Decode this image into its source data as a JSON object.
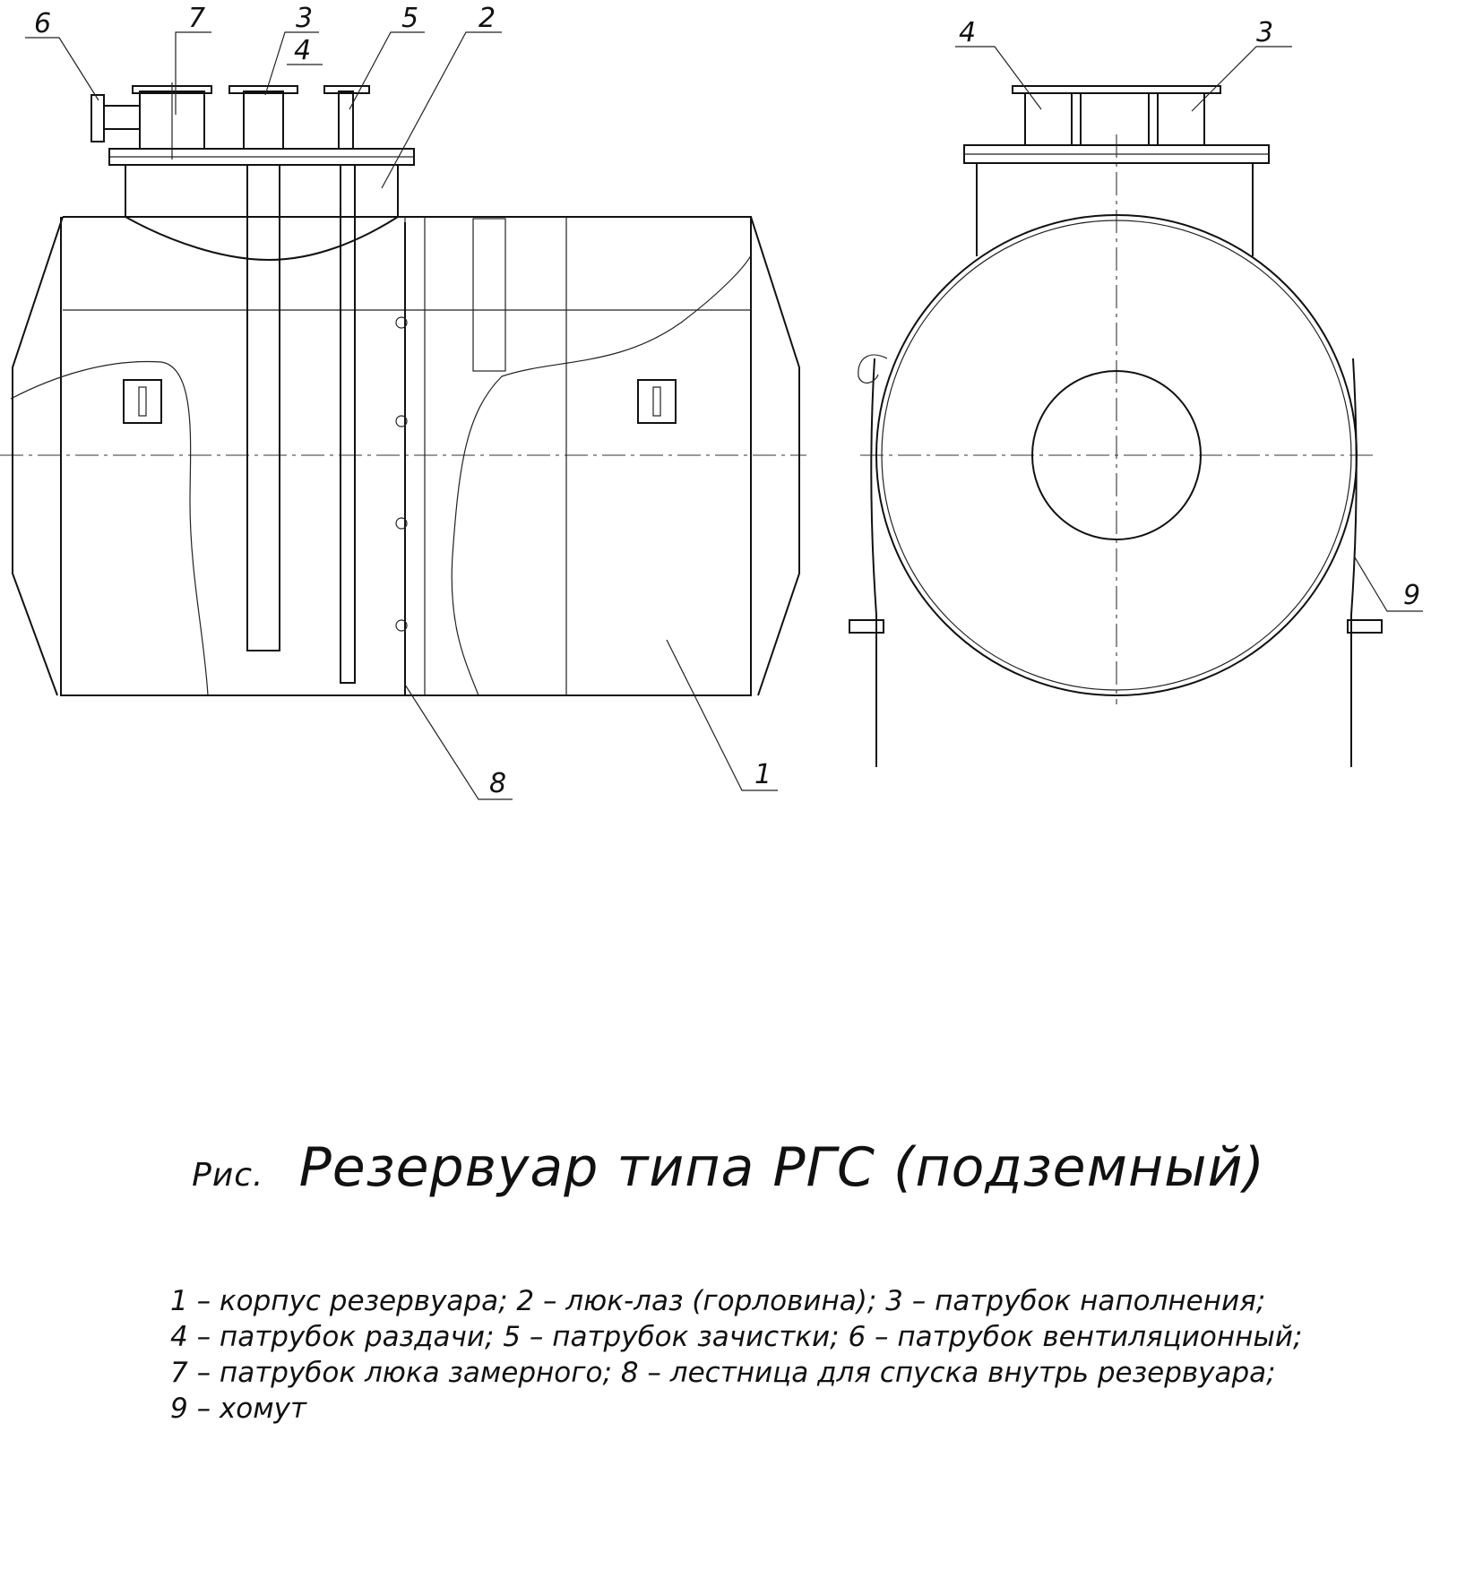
{
  "callouts": {
    "front": [
      "6",
      "7",
      "3",
      "4",
      "5",
      "2",
      "8",
      "1"
    ],
    "side": [
      "4",
      "3",
      "9"
    ]
  },
  "caption": {
    "prefix": "Рис.",
    "title": "Резервуар типа РГС (подземный)"
  },
  "legend": [
    "1 – корпус резервуара; 2 – люк-лаз (горловина); 3 – патрубок наполнения;",
    "4 – патрубок раздачи; 5 – патрубок зачистки; 6 – патрубок вентиляционный;",
    "7 – патрубок люка замерного; 8 – лестница для спуска внутрь резервуара;",
    "9 – хомут"
  ]
}
